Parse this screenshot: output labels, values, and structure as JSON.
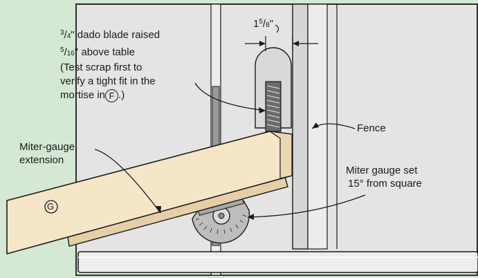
{
  "dimension": {
    "whole": "1",
    "num": "5",
    "den": "8",
    "unit": "\""
  },
  "dado_note": {
    "line1_num": "3",
    "line1_den": "4",
    "line1_rest": "\" dado blade raised",
    "line2_num": "5",
    "line2_den": "16",
    "line2_rest": "\" above table",
    "line3": "(Test scrap first to",
    "line4": "verify a tight fit in the",
    "line5_pre": "mortise in",
    "line5_ref": "F",
    "line5_post": ".)"
  },
  "fence_label": "Fence",
  "extension_label": {
    "line1": "Miter-gauge",
    "line2": "extension"
  },
  "miter_label": {
    "line1": "Miter gauge set",
    "line2": "15° from square"
  },
  "part_g": "G",
  "colors": {
    "background": "#d4e8d4",
    "table": "#e4e4e4",
    "wood": "#f5e6c8",
    "wood_dark": "#e6cfa8",
    "metal": "#cfcfcf",
    "outline": "#1a1a1a"
  }
}
